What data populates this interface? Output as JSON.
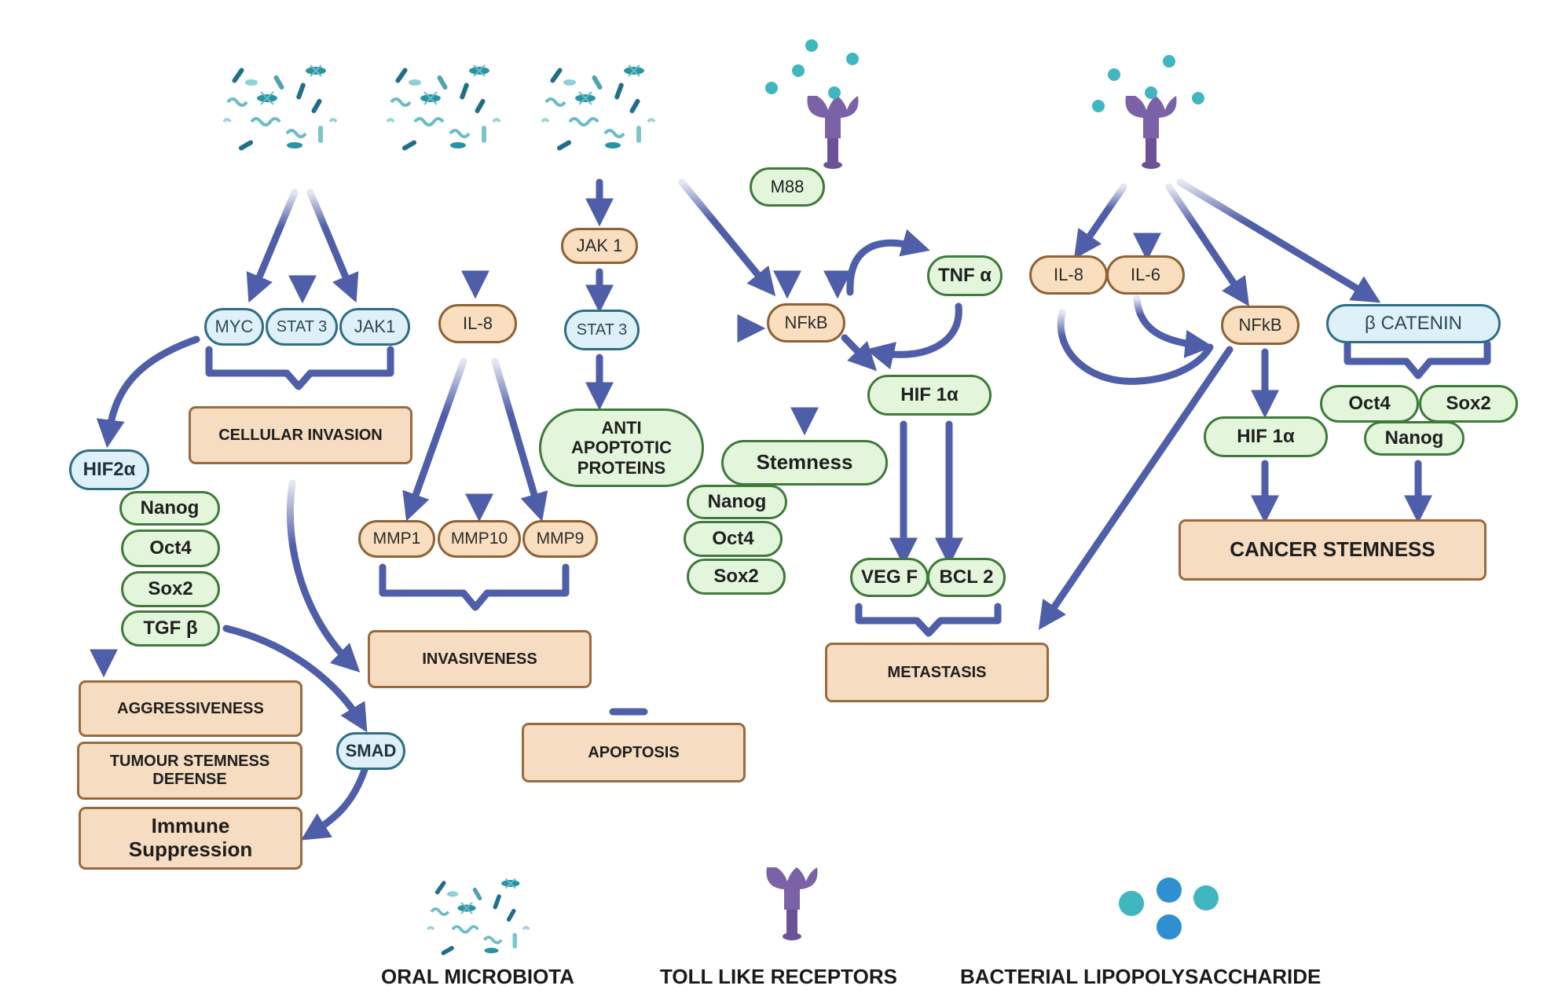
{
  "nodes": {
    "myc": "MYC",
    "stat3_a": "STAT 3",
    "jak1_a": "JAK1",
    "cellular_invasion": "CELLULAR INVASION",
    "hif2a": "HIF2α",
    "nanog_a": "Nanog",
    "oct4_a": "Oct4",
    "sox2_a": "Sox2",
    "tgfb": "TGF β",
    "aggressiveness": "AGGRESSIVENESS",
    "tumour_stemness": "TUMOUR STEMNESS DEFENSE",
    "immune_suppression": "Immune Suppression",
    "smad": "SMAD",
    "il8_a": "IL-8",
    "mmp1": "MMP1",
    "mmp10": "MMP10",
    "mmp9": "MMP9",
    "invasiveness": "INVASIVENESS",
    "jak1_b": "JAK 1",
    "stat3_b": "STAT 3",
    "anti_apoptotic": "ANTI APOPTOTIC PROTEINS",
    "apoptosis": "APOPTOSIS",
    "m88": "M88",
    "nfkb_a": "NFkB",
    "tnfa": "TNF α",
    "hif1a_a": "HIF 1α",
    "stemness": "Stemness",
    "nanog_b": "Nanog",
    "oct4_b": "Oct4",
    "sox2_b": "Sox2",
    "vegf": "VEG F",
    "bcl2": "BCL 2",
    "metastasis": "METASTASIS",
    "il8_b": "IL-8",
    "il6": "IL-6",
    "nfkb_b": "NFkB",
    "b_catenin": "β CATENIN",
    "oct4_c": "Oct4",
    "sox2_c": "Sox2",
    "nanog_c": "Nanog",
    "hif1a_b": "HIF 1α",
    "cancer_stemness": "CANCER STEMNESS"
  },
  "legend": {
    "oral_microbiota": "ORAL MICROBIOTA",
    "toll_like_receptors": "TOLL LIKE RECEPTORS",
    "bacterial_lps": "BACTERIAL LIPOPOLYSACCHARIDE"
  },
  "colors": {
    "arrow": "#4f5ea8",
    "blue_node": "#dff1f8",
    "orange_node": "#f9dfbf",
    "green_node": "#e3f6dc",
    "outcome_box": "#f6dcc0",
    "receptor": "#7b62a6",
    "lps": "#3fb6c0"
  },
  "icons": [
    "oral-microbiota-icon",
    "toll-like-receptor-icon",
    "bacterial-lipopolysaccharide-icon"
  ]
}
